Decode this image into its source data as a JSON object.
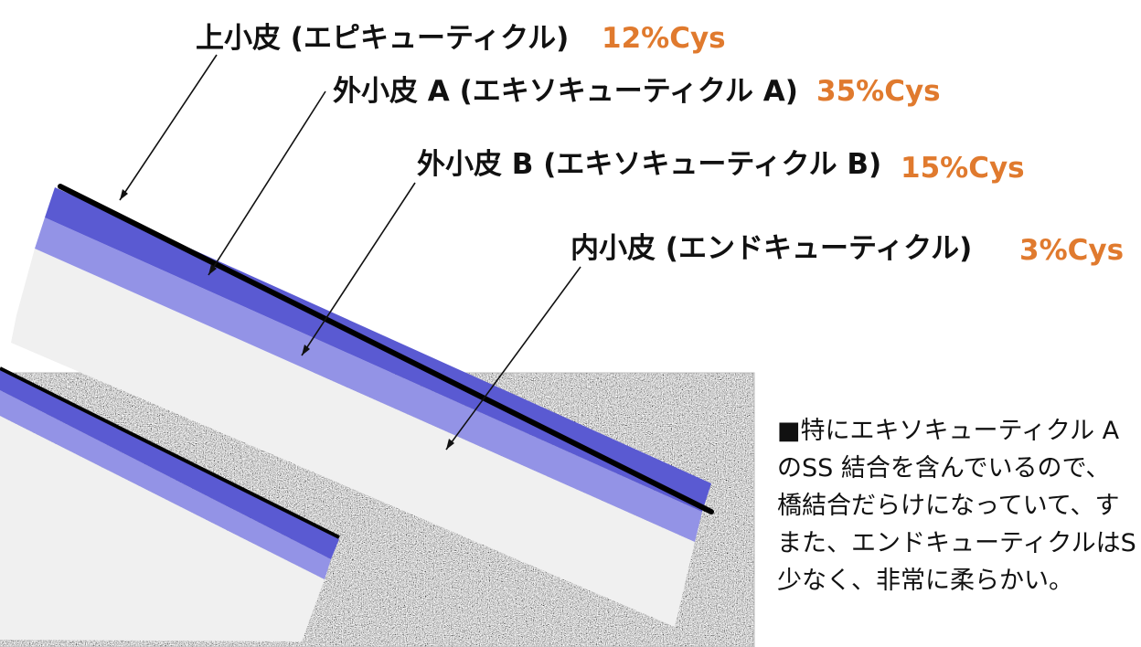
{
  "labels": {
    "epicuticle": {
      "name": "上小皮 (エピキューティクル)",
      "cys": "12%Cys"
    },
    "exocuticle_a": {
      "name": "外小皮 A (エキソキューティクル A)",
      "cys": "35%Cys"
    },
    "exocuticle_b": {
      "name": "外小皮 B (エキソキューティクル B)",
      "cys": "15%Cys"
    },
    "endocuticle": {
      "name": "内小皮 (エンドキューティクル)",
      "cys": "3%Cys"
    }
  },
  "note": {
    "lines": [
      "■特にエキソキューティクル A",
      "のSS 結合を含んでいるので、",
      "橋結合だらけになっていて、す",
      "また、エンドキューティクルはS",
      "少なく、非常に柔らかい。"
    ]
  },
  "colors": {
    "epicuticle": "#000000",
    "exocuticle_a": "#5a5ad2",
    "exocuticle_b": "#9393e6",
    "endocuticle": "#f0f0f0",
    "percent_text": "#e07a2e",
    "cortex_background": "#9a9a9a"
  }
}
